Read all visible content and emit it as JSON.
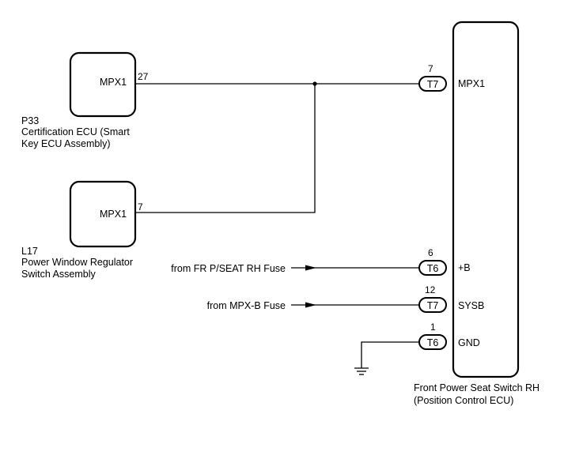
{
  "components": {
    "p33": {
      "code": "P33",
      "name_line1": "Certification ECU (Smart",
      "name_line2": "Key ECU Assembly)",
      "terminal": "MPX1",
      "pin": "27"
    },
    "l17": {
      "code": "L17",
      "name_line1": "Power Window Regulator",
      "name_line2": "Switch Assembly",
      "terminal": "MPX1",
      "pin": "7"
    },
    "seat_switch": {
      "name_line1": "Front Power Seat Switch RH",
      "name_line2": "(Position Control ECU)"
    }
  },
  "connectors": [
    {
      "id": "T7",
      "pin": "7",
      "terminal": "MPX1"
    },
    {
      "id": "T6",
      "pin": "6",
      "terminal": "+B"
    },
    {
      "id": "T7",
      "pin": "12",
      "terminal": "SYSB"
    },
    {
      "id": "T6",
      "pin": "1",
      "terminal": "GND"
    }
  ],
  "sources": {
    "fr_seat_fuse": "from FR P/SEAT RH Fuse",
    "mpx_b_fuse": "from MPX-B Fuse"
  }
}
